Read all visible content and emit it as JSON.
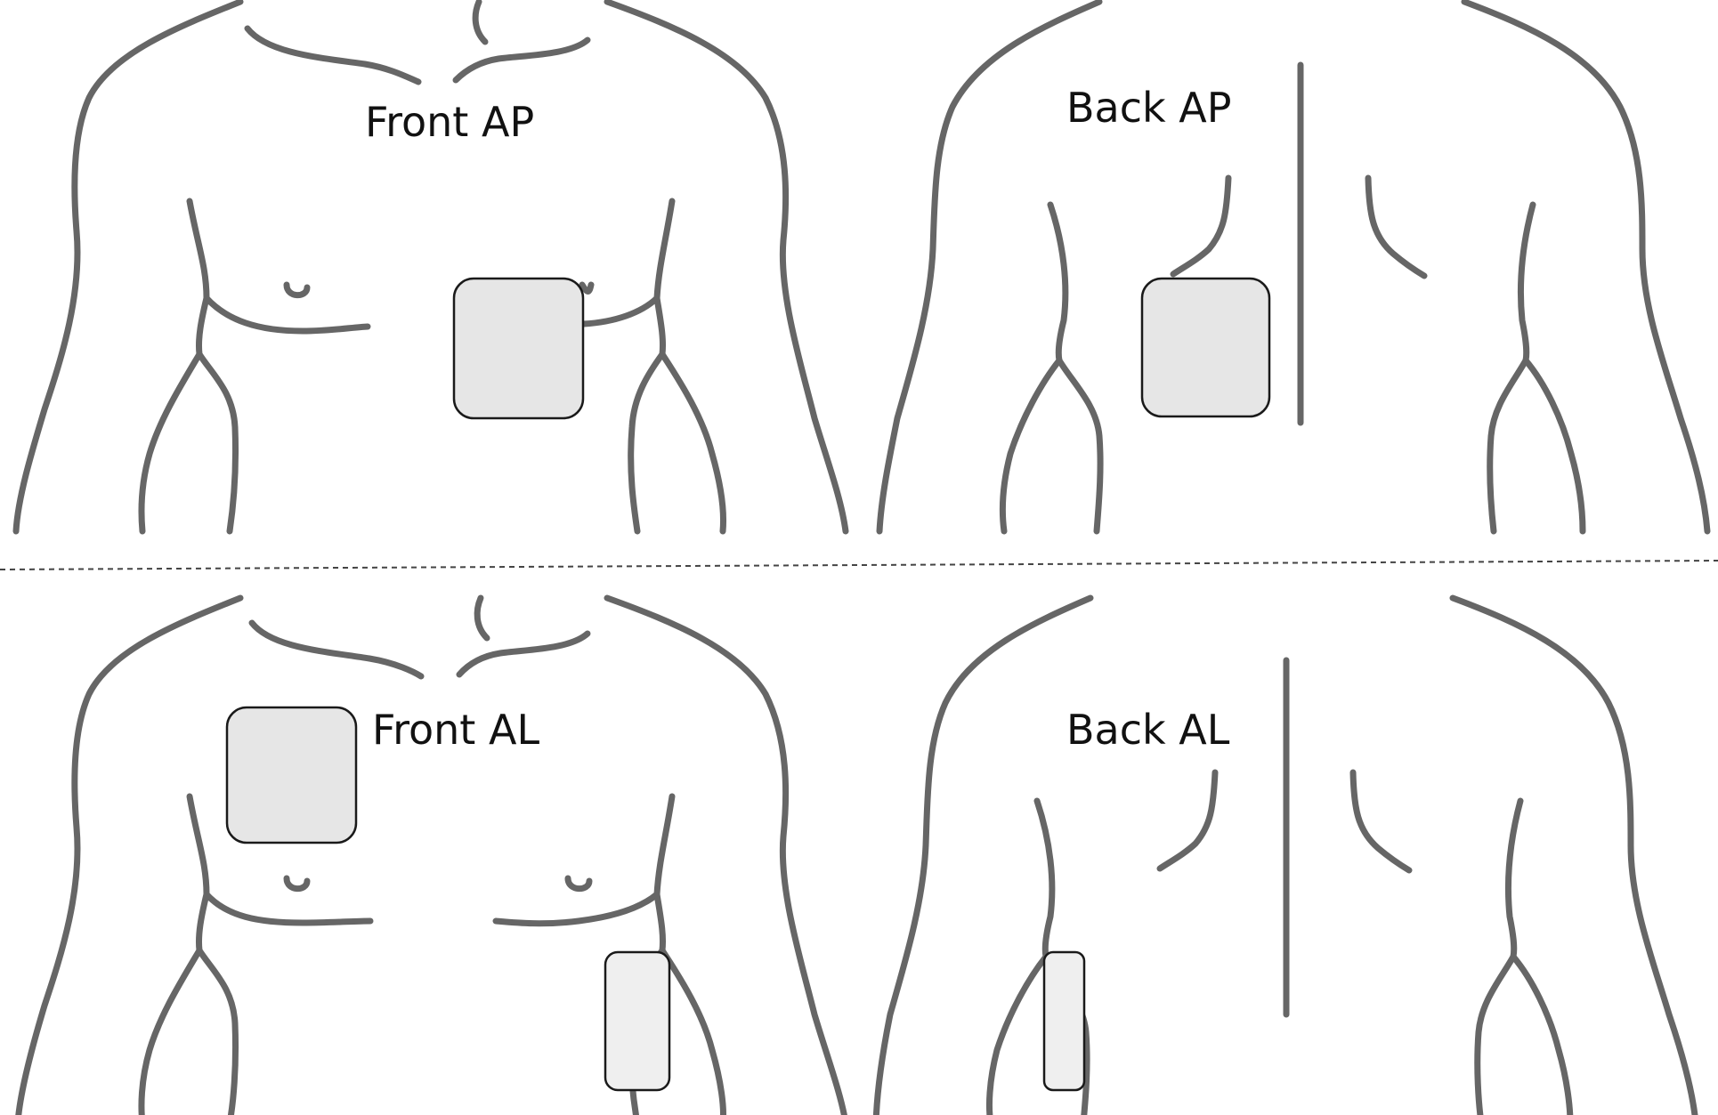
{
  "labels": {
    "front_ap": "Front AP",
    "back_ap": "Back AP",
    "front_al": "Front AL",
    "back_al": "Back AL"
  },
  "colors": {
    "outline": "#666666",
    "pad_fill": "#e6e6e6",
    "pad_stroke": "#1a1a1a"
  }
}
